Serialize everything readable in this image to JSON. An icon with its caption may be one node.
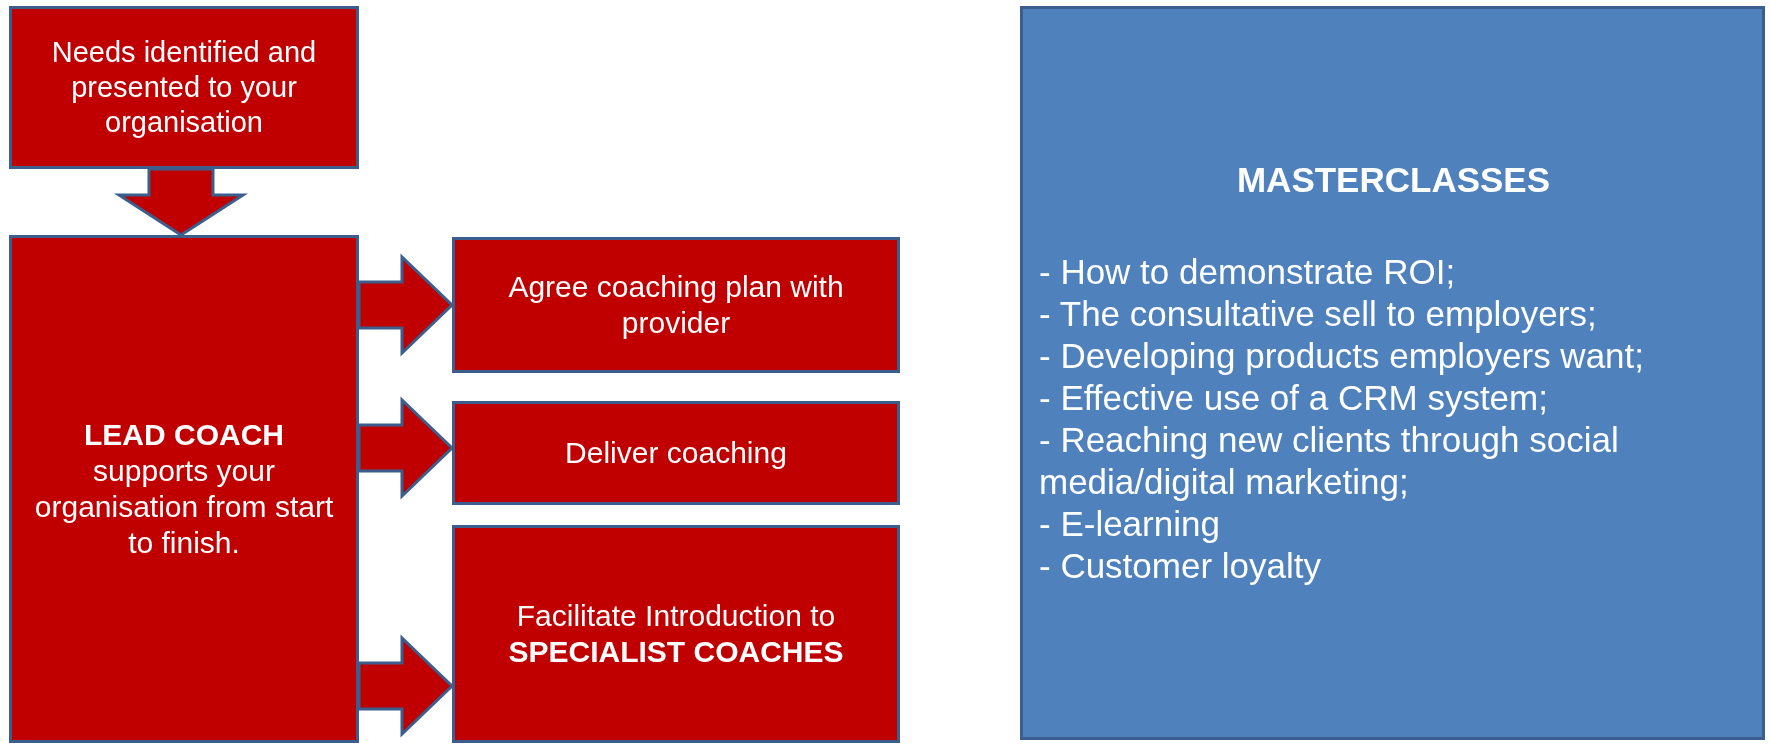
{
  "diagram": {
    "nodes": [
      {
        "text": [
          "Needs identified and presented to your organisation"
        ]
      },
      {
        "text": [
          "**LEAD COACH** supports your organisation from start to finish."
        ]
      },
      {
        "text": [
          "Agree coaching plan with provider"
        ]
      },
      {
        "text": [
          "Deliver coaching"
        ]
      },
      {
        "text": [
          "Facilitate Introduction to **SPECIALIST COACHES**"
        ]
      },
      {
        "text": [
          "MASTERCLASSES",
          "- How to demonstrate ROI;",
          "- The consultative sell to employers;",
          "- Developing products employers want;",
          "- Effective use of a CRM system;",
          "- Reaching new clients through social media/digital marketing;",
          "- E-learning",
          "- Customer loyalty"
        ]
      }
    ],
    "edges": [
      {
        "from": 0,
        "to": 1,
        "arrow": "to"
      },
      {
        "from": 1,
        "to": 2,
        "arrow": "to"
      },
      {
        "from": 1,
        "to": 3,
        "arrow": "to"
      },
      {
        "from": 1,
        "to": 4,
        "arrow": "to"
      }
    ]
  }
}
